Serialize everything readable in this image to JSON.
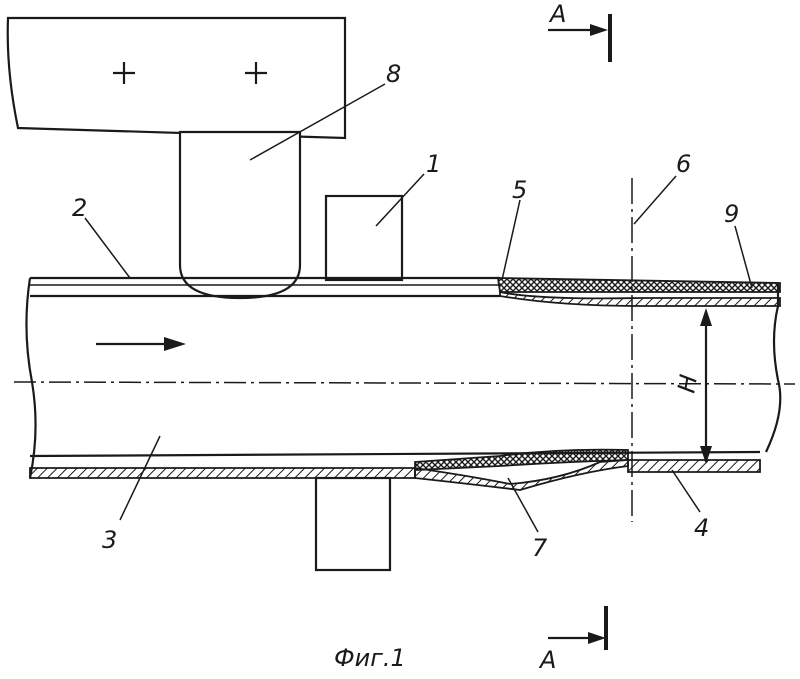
{
  "diagram": {
    "caption": "Фиг.1",
    "section_marks": [
      "A",
      "A"
    ],
    "part_labels": [
      "1",
      "2",
      "3",
      "4",
      "5",
      "6",
      "7",
      "8",
      "9"
    ],
    "dimension_label": "H",
    "colors": {
      "ink": "#1a1a1a",
      "paper": "#ffffff"
    }
  }
}
